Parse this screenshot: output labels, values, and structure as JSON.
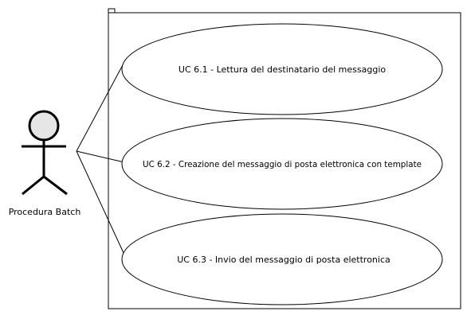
{
  "diagram": {
    "actor": {
      "label": "Procedura Batch"
    },
    "use_cases": [
      {
        "label": "UC 6.1 - Lettura del destinatario del messaggio"
      },
      {
        "label": "UC 6.2 - Creazione del messaggio di posta elettronica con template"
      },
      {
        "label": "UC 6.3 - Invio del messaggio di posta elettronica"
      }
    ],
    "colors": {
      "stroke": "#000000",
      "actor_head_fill": "#e6e6e6",
      "background": "#ffffff"
    }
  }
}
